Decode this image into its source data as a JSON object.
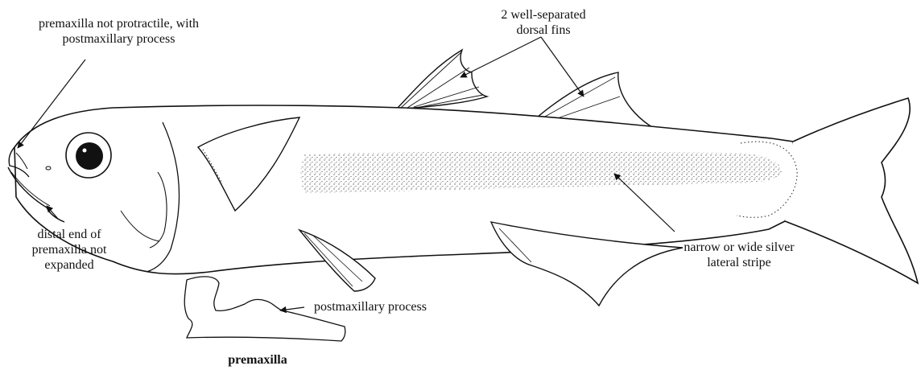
{
  "labels": {
    "premaxilla_top_line1": "premaxilla not protractile, with",
    "premaxilla_top_line2": "postmaxillary process",
    "dorsal_line1": "2 well-separated",
    "dorsal_line2": "dorsal fins",
    "distal_line1": "distal end of",
    "distal_line2": "premaxilla not",
    "distal_line3": "expanded",
    "stripe_line1": "narrow or wide silver",
    "stripe_line2": "lateral stripe",
    "postmax_process": "postmaxillary process",
    "premaxilla_caption": "premaxilla"
  },
  "colors": {
    "ink": "#111111",
    "background": "#ffffff"
  }
}
